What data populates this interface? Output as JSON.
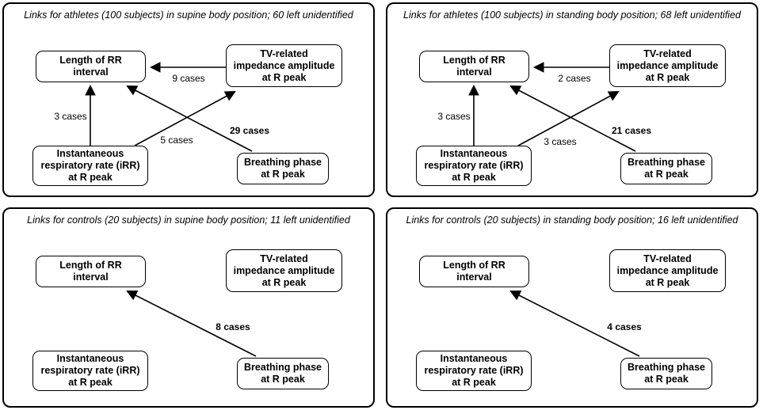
{
  "figure": {
    "background_color": "#ffffff",
    "line_color": "#000000",
    "panels": [
      {
        "id": "athletes-supine",
        "title": "Links for athletes (100 subjects) in supine body position; 60 left unidentified",
        "nodes": {
          "rr": "Length of RR\ninterval",
          "tv": "TV-related\nimpedance amplitude\nat R peak",
          "irr": "Instantaneous\nrespiratory rate (iRR)\nat R peak",
          "bp": "Breathing phase\nat R peak"
        },
        "links": [
          {
            "from": "tv",
            "to": "rr",
            "label": "9 cases",
            "emphasis": false
          },
          {
            "from": "irr",
            "to": "rr",
            "label": "3 cases",
            "emphasis": false
          },
          {
            "from": "irr",
            "to": "tv",
            "label": "5 cases",
            "emphasis": false
          },
          {
            "from": "bp",
            "to": "rr",
            "label": "29 cases",
            "emphasis": true
          }
        ]
      },
      {
        "id": "athletes-standing",
        "title": "Links for athletes (100 subjects) in standing body position; 68 left unidentified",
        "nodes": {
          "rr": "Length of RR\ninterval",
          "tv": "TV-related\nimpedance amplitude\nat R peak",
          "irr": "Instantaneous\nrespiratory rate (iRR)\nat R peak",
          "bp": "Breathing phase\nat R peak"
        },
        "links": [
          {
            "from": "tv",
            "to": "rr",
            "label": "2 cases",
            "emphasis": false
          },
          {
            "from": "irr",
            "to": "rr",
            "label": "3 cases",
            "emphasis": false
          },
          {
            "from": "irr",
            "to": "tv",
            "label": "3 cases",
            "emphasis": false
          },
          {
            "from": "bp",
            "to": "rr",
            "label": "21 cases",
            "emphasis": true
          }
        ]
      },
      {
        "id": "controls-supine",
        "title": "Links for controls (20 subjects) in supine body position; 11 left unidentified",
        "nodes": {
          "rr": "Length of RR\ninterval",
          "tv": "TV-related\nimpedance amplitude\nat R peak",
          "irr": "Instantaneous\nrespiratory rate (iRR)\nat R peak",
          "bp": "Breathing phase\nat R peak"
        },
        "links": [
          {
            "from": "bp",
            "to": "rr",
            "label": "8 cases",
            "emphasis": true
          }
        ]
      },
      {
        "id": "controls-standing",
        "title": "Links for controls (20 subjects) in standing body position; 16 left unidentified",
        "nodes": {
          "rr": "Length of RR\ninterval",
          "tv": "TV-related\nimpedance amplitude\nat R peak",
          "irr": "Instantaneous\nrespiratory rate (iRR)\nat R peak",
          "bp": "Breathing phase\nat R peak"
        },
        "links": [
          {
            "from": "bp",
            "to": "rr",
            "label": "4 cases",
            "emphasis": true
          }
        ]
      }
    ]
  }
}
